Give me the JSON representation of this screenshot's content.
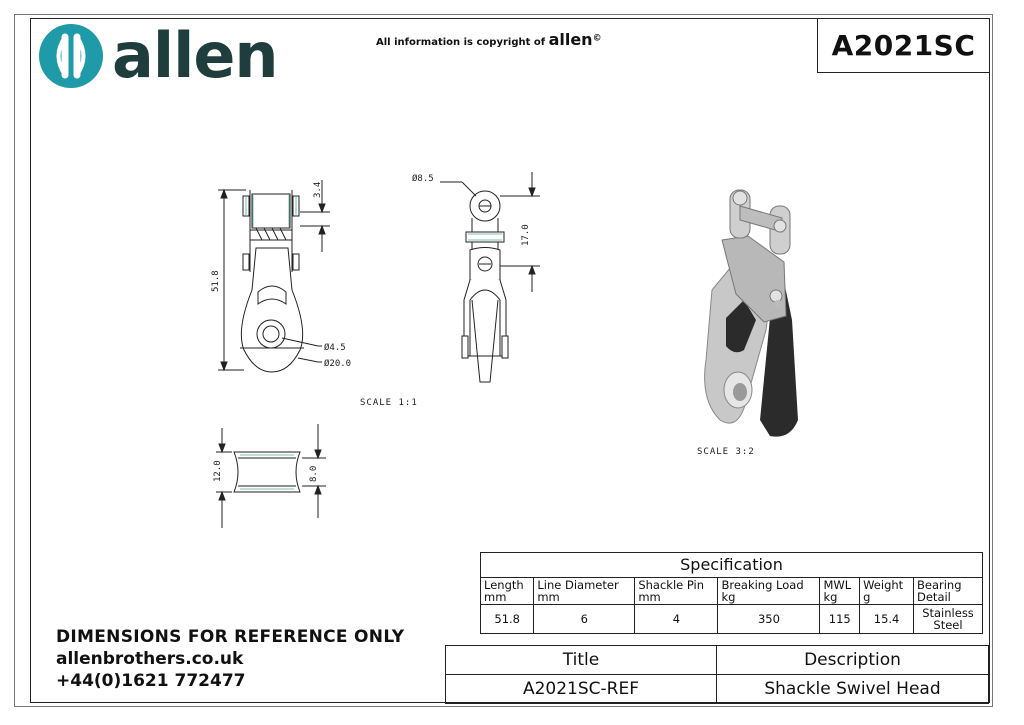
{
  "brand": {
    "name": "allen",
    "color": "#1f9aa8",
    "text_color": "#1f3d3d"
  },
  "copyright": {
    "prefix": "All information is copyright of",
    "brand": "allen",
    "symbol": "©"
  },
  "part_number": "A2021SC",
  "drawing": {
    "dims": {
      "length": "51.8",
      "pin_gap": "3.4",
      "axle": "Ø4.5",
      "sheave": "Ø20.0",
      "eye": "Ø8.5",
      "swivel": "17.0",
      "width_outer": "12.0",
      "width_inner": "8.0"
    },
    "scale_front": "SCALE  1:1",
    "scale_iso": "SCALE  3:2"
  },
  "specification": {
    "title": "Specification",
    "headers": [
      {
        "name": "Length",
        "unit": "mm"
      },
      {
        "name": "Line Diameter",
        "unit": "mm"
      },
      {
        "name": "Shackle Pin",
        "unit": "mm"
      },
      {
        "name": "Breaking Load",
        "unit": "kg"
      },
      {
        "name": "MWL",
        "unit": "kg"
      },
      {
        "name": "Weight",
        "unit": "g"
      },
      {
        "name": "Bearing",
        "unit": "Detail"
      }
    ],
    "values": [
      "51.8",
      "6",
      "4",
      "350",
      "115",
      "15.4",
      "Stainless Steel"
    ]
  },
  "footer": {
    "notice": "DIMENSIONS FOR REFERENCE ONLY",
    "website": "allenbrothers.co.uk",
    "phone": "+44(0)1621 772477"
  },
  "title_block": {
    "title_label": "Title",
    "description_label": "Description",
    "title": "A2021SC-REF",
    "description": "Shackle Swivel Head"
  }
}
